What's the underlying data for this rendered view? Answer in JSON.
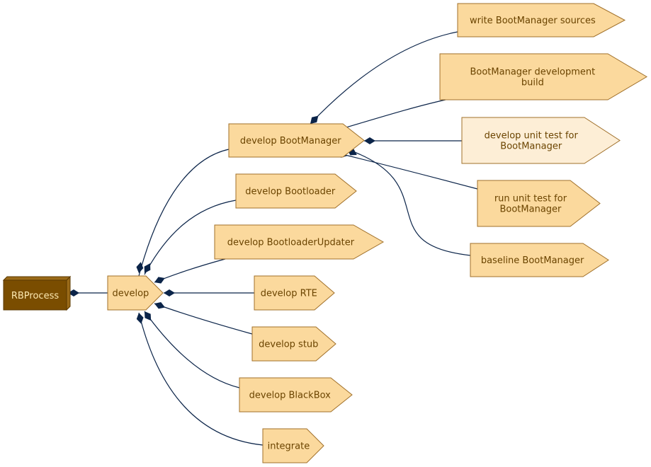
{
  "colors": {
    "node_fill": "#fbd99d",
    "node_stroke": "#a0702a",
    "highlight_fill": "#fdeed6",
    "root_fill": "#7a4d00",
    "root_side": "#9a6a18",
    "root_text": "#fce8b2",
    "edge": "#0b2449",
    "text": "#6b4400"
  },
  "nodes": {
    "root": {
      "label": [
        "RBProcess"
      ]
    },
    "develop": {
      "label": [
        "develop"
      ]
    },
    "develop_bootmanager": {
      "label": [
        "develop BootManager"
      ]
    },
    "develop_bootloader": {
      "label": [
        "develop Bootloader"
      ]
    },
    "develop_bootloaderupdater": {
      "label": [
        "develop BootloaderUpdater"
      ]
    },
    "develop_rte": {
      "label": [
        "develop RTE"
      ]
    },
    "develop_stub": {
      "label": [
        "develop stub"
      ]
    },
    "develop_blackbox": {
      "label": [
        "develop BlackBox"
      ]
    },
    "integrate": {
      "label": [
        "integrate"
      ]
    },
    "write_sources": {
      "label": [
        "write BootManager sources"
      ]
    },
    "dev_build": {
      "label": [
        "BootManager development",
        "build"
      ]
    },
    "dev_unit_test": {
      "label": [
        "develop unit test for",
        "BootManager"
      ]
    },
    "run_unit_test": {
      "label": [
        "run unit test for",
        "BootManager"
      ]
    },
    "baseline": {
      "label": [
        "baseline BootManager"
      ]
    }
  },
  "edges": [
    {
      "from": "root",
      "to": "develop"
    },
    {
      "from": "develop",
      "to": "develop_bootmanager"
    },
    {
      "from": "develop",
      "to": "develop_bootloader"
    },
    {
      "from": "develop",
      "to": "develop_bootloaderupdater"
    },
    {
      "from": "develop",
      "to": "develop_rte"
    },
    {
      "from": "develop",
      "to": "develop_stub"
    },
    {
      "from": "develop",
      "to": "develop_blackbox"
    },
    {
      "from": "develop",
      "to": "integrate"
    },
    {
      "from": "develop_bootmanager",
      "to": "write_sources"
    },
    {
      "from": "develop_bootmanager",
      "to": "dev_build"
    },
    {
      "from": "develop_bootmanager",
      "to": "dev_unit_test"
    },
    {
      "from": "develop_bootmanager",
      "to": "run_unit_test"
    },
    {
      "from": "develop_bootmanager",
      "to": "baseline"
    }
  ]
}
